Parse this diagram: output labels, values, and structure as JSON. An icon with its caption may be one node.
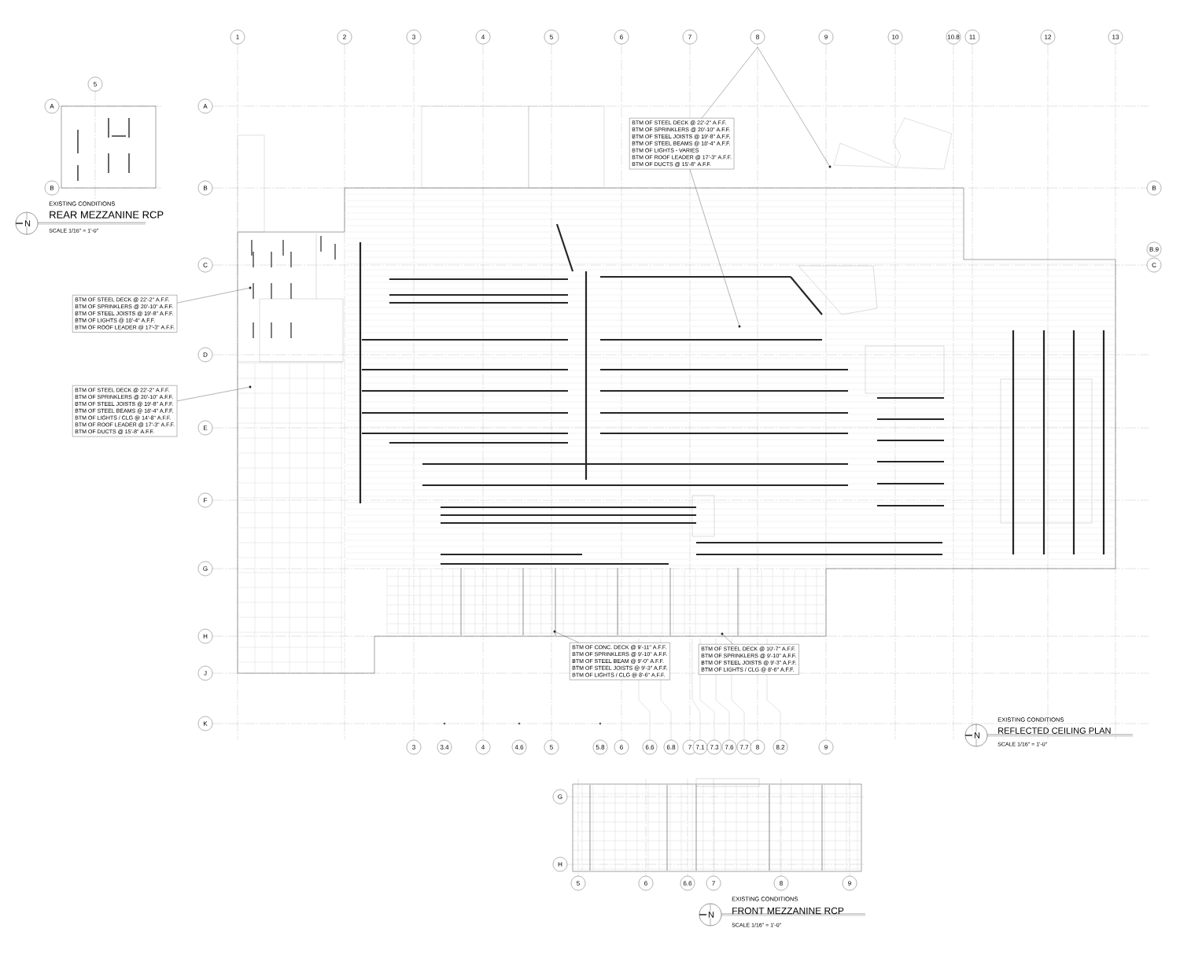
{
  "diagram": {
    "nodes": [
      {
        "text": [
          "5"
        ]
      },
      {
        "text": [
          "A"
        ]
      },
      {
        "text": [
          "B"
        ]
      },
      {
        "text": [
          "1"
        ]
      },
      {
        "text": [
          "2"
        ]
      },
      {
        "text": [
          "3"
        ]
      },
      {
        "text": [
          "4"
        ]
      },
      {
        "text": [
          "5"
        ]
      },
      {
        "text": [
          "6"
        ]
      },
      {
        "text": [
          "7"
        ]
      },
      {
        "text": [
          "8"
        ]
      },
      {
        "text": [
          "9"
        ]
      },
      {
        "text": [
          "10"
        ]
      },
      {
        "text": [
          "10.8"
        ]
      },
      {
        "text": [
          "11"
        ]
      },
      {
        "text": [
          "12"
        ]
      },
      {
        "text": [
          "13"
        ]
      },
      {
        "text": [
          "A"
        ]
      },
      {
        "text": [
          "B"
        ]
      },
      {
        "text": [
          "C"
        ]
      },
      {
        "text": [
          "D"
        ]
      },
      {
        "text": [
          "E"
        ]
      },
      {
        "text": [
          "F"
        ]
      },
      {
        "text": [
          "G"
        ]
      },
      {
        "text": [
          "H"
        ]
      },
      {
        "text": [
          "J"
        ]
      },
      {
        "text": [
          "K"
        ]
      },
      {
        "text": [
          "B"
        ]
      },
      {
        "text": [
          "B.9"
        ]
      },
      {
        "text": [
          "C"
        ]
      },
      {
        "text": [
          "BTM OF STEEL DECK @ 22'-2\" A.F.F.",
          "BTM OF SPRINKLERS @ 20'-10\" A.F.F.",
          "BTM OF STEEL JOISTS @ 19'-8\" A.F.F.",
          "BTM OF STEEL BEAMS @ 18'-4\" A.F.F.",
          "BTM OF LIGHTS - VARIES",
          "BTM OF ROOF LEADER @ 17'-3\" A.F.F.",
          "BTM OF DUCTS @ 15'-8\" A.F.F."
        ]
      },
      {
        "text": [
          "BTM OF STEEL DECK @ 22'-2\" A.F.F.",
          "BTM OF SPRINKLERS @ 20'-10\" A.F.F.",
          "BTM OF STEEL JOISTS @ 19'-8\" A.F.F.",
          "BTM OF LIGHTS @ 18'-4\" A.F.F.",
          "BTM OF ROOF LEADER @ 17'-3\" A.F.F."
        ]
      },
      {
        "text": [
          "BTM OF STEEL DECK @ 22'-2\" A.F.F.",
          "BTM OF SPRINKLERS @ 20'-10\" A.F.F.",
          "BTM OF STEEL JOISTS @ 19'-8\" A.F.F.",
          "BTM OF STEEL BEAMS @ 18'-4\" A.F.F.",
          "BTM OF LIGHTS / CLG @ 14'-8\" A.F.F.",
          "BTM OF ROOF LEADER @ 17'-3\" A.F.F.",
          "BTM OF DUCTS @ 15'-8\" A.F.F."
        ]
      },
      {
        "text": [
          "BTM OF CONC. DECK @ 9'-11\" A.F.F.",
          "BTM OF SPRINKLERS @ 9'-10\" A.F.F.",
          "BTM OF STEEL BEAM @ 9'-0\" A.F.F.",
          "BTM OF STEEL JOISTS @ 9'-3\" A.F.F.",
          "BTM OF LIGHTS / CLG @ 8'-6\" A.F.F."
        ]
      },
      {
        "text": [
          "BTM OF STEEL DECK @ 10'-7\" A.F.F.",
          "BTM OF SPRINKLERS @ 9'-10\" A.F.F.",
          "BTM OF STEEL JOISTS @ 9'-3\" A.F.F.",
          "BTM OF LIGHTS / CLG @ 8'-6\" A.F.F."
        ]
      },
      {
        "text": [
          "3"
        ]
      },
      {
        "text": [
          "3.4"
        ]
      },
      {
        "text": [
          "4"
        ]
      },
      {
        "text": [
          "4.6"
        ]
      },
      {
        "text": [
          "5"
        ]
      },
      {
        "text": [
          "5.8"
        ]
      },
      {
        "text": [
          "6"
        ]
      },
      {
        "text": [
          "6.6"
        ]
      },
      {
        "text": [
          "6.8"
        ]
      },
      {
        "text": [
          "7"
        ]
      },
      {
        "text": [
          "7.1"
        ]
      },
      {
        "text": [
          "7.3"
        ]
      },
      {
        "text": [
          "7.6"
        ]
      },
      {
        "text": [
          "7.7"
        ]
      },
      {
        "text": [
          "8"
        ]
      },
      {
        "text": [
          "8.2"
        ]
      },
      {
        "text": [
          "9"
        ]
      },
      {
        "text": [
          "G"
        ]
      },
      {
        "text": [
          "H"
        ]
      },
      {
        "text": [
          "5"
        ]
      },
      {
        "text": [
          "6"
        ]
      },
      {
        "text": [
          "6.6"
        ]
      },
      {
        "text": [
          "7"
        ]
      },
      {
        "text": [
          "8"
        ]
      },
      {
        "text": [
          "9"
        ]
      },
      {
        "text": [],
        "shape": "circle"
      },
      {
        "text": [],
        "shape": "circle"
      },
      {
        "text": [],
        "shape": "circle"
      },
      {
        "text": [],
        "shape": "circle"
      },
      {
        "text": [],
        "shape": "circle"
      },
      {
        "text": [],
        "shape": "circle"
      }
    ],
    "edges": [
      {
        "from": 30,
        "to": 60,
        "arrow": "none"
      },
      {
        "from": 30,
        "to": 61,
        "arrow": "none"
      },
      {
        "from": 31,
        "to": 62,
        "arrow": "none"
      },
      {
        "from": 32,
        "to": 63,
        "arrow": "none"
      },
      {
        "from": 33,
        "to": 64,
        "arrow": "none"
      },
      {
        "from": 34,
        "to": 65,
        "arrow": "none"
      }
    ],
    "labels": [
      "EXISTING CONDITIONS",
      "N",
      "REAR MEZZANINE RCP",
      "SCALE 1/16\" = 1'-0\"",
      "EXISTING CONDITIONS",
      "N",
      "REFLECTED CEILING PLAN",
      "SCALE 1/16\" = 1'-0\"",
      "EXISTING CONDITIONS",
      "N",
      "FRONT MEZZANINE RCP",
      "SCALE 1/16\" = 1'-0\""
    ]
  }
}
